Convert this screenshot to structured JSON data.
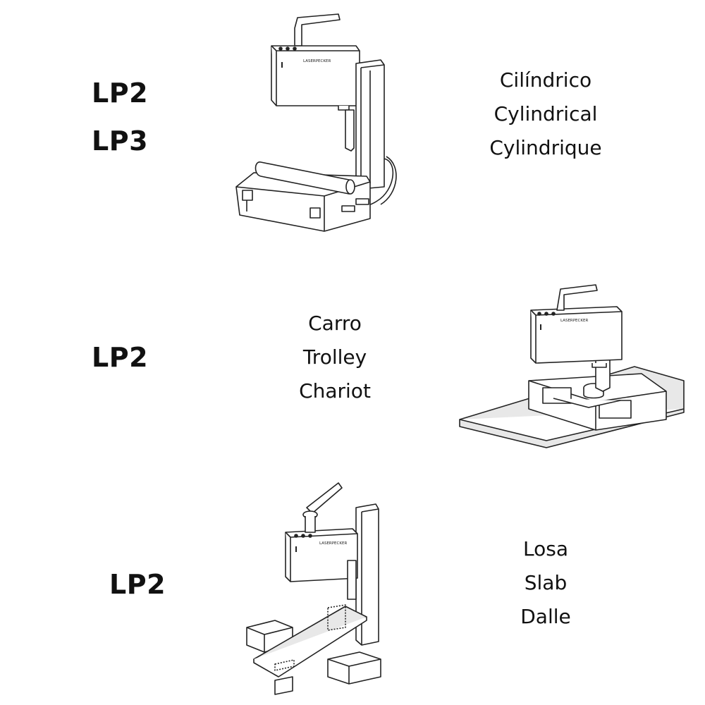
{
  "sections": [
    {
      "models": [
        "LP2",
        "LP3"
      ],
      "terms": [
        "Cilíndrico",
        "Cylindrical",
        "Cylindrique"
      ],
      "brand_mark": "LASERPECKER"
    },
    {
      "models": [
        "LP2"
      ],
      "terms": [
        "Carro",
        "Trolley",
        "Chariot"
      ],
      "brand_mark": "LASERPECKER"
    },
    {
      "models": [
        "LP2"
      ],
      "terms": [
        "Losa",
        "Slab",
        "Dalle"
      ],
      "brand_mark": "LASERPECKER"
    }
  ],
  "colors": {
    "text": "#111111",
    "line": "#222222",
    "body_fill": "#ffffff",
    "board_fill": "#e8e8e8"
  }
}
